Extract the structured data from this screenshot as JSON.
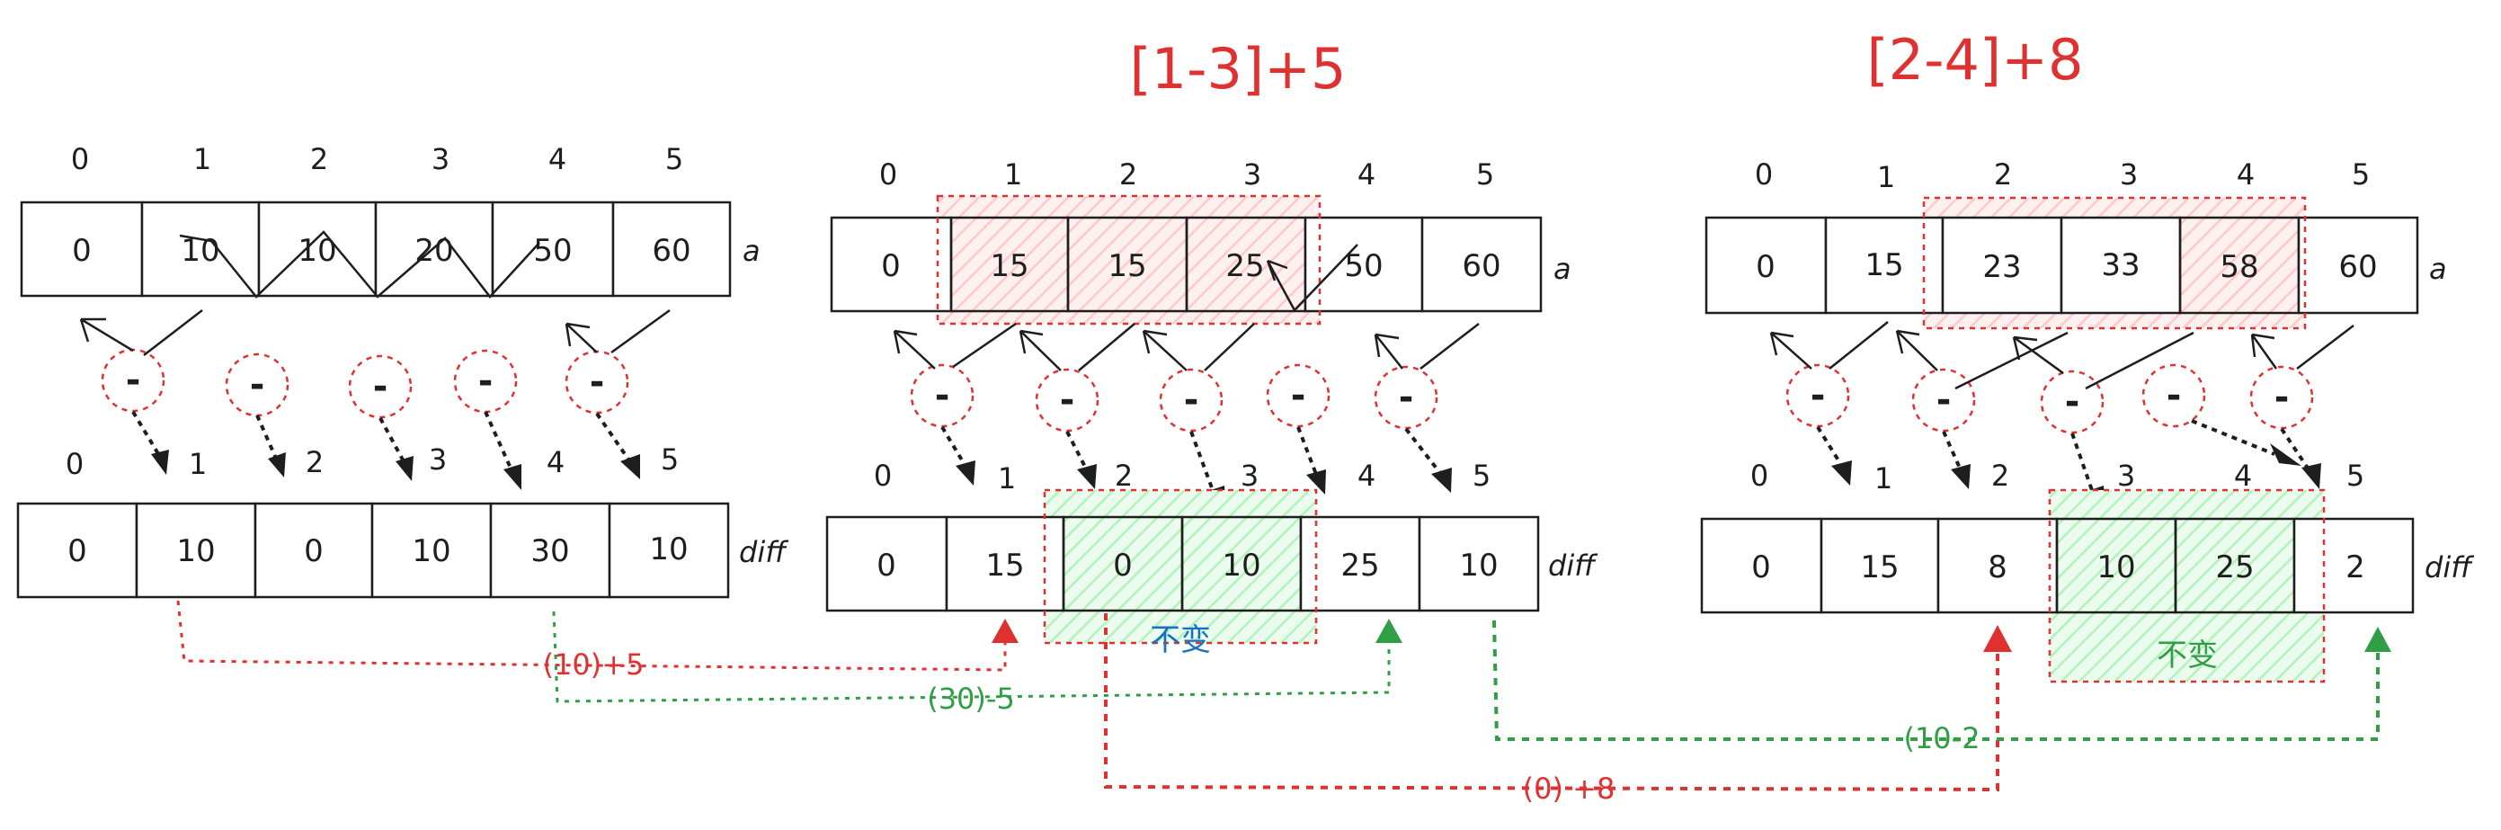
{
  "colors": {
    "ink": "#1e1e1e",
    "red": "#e03131",
    "green": "#2f9e44",
    "blue": "#1971c2",
    "red_fill": "#ffc9c9",
    "green_fill": "#b2f2bb"
  },
  "panels": [
    {
      "a_indices": [
        "0",
        "1",
        "2",
        "3",
        "4",
        "5"
      ],
      "a_values": [
        "0",
        "10",
        "10",
        "20",
        "50",
        "60"
      ],
      "a_label": "a",
      "diff_indices": [
        "0",
        "1",
        "2",
        "3",
        "4",
        "5"
      ],
      "diff_values": [
        "0",
        "10",
        "0",
        "10",
        "30",
        "10"
      ],
      "diff_label": "diff",
      "minus_signs": [
        "-",
        "-",
        "-",
        "-",
        "-"
      ]
    },
    {
      "title": "[1-3]+5",
      "a_indices": [
        "0",
        "1",
        "2",
        "3",
        "4",
        "5"
      ],
      "a_values": [
        "0",
        "15",
        "15",
        "25",
        "50",
        "60"
      ],
      "a_label": "a",
      "diff_indices": [
        "0",
        "1",
        "2",
        "3",
        "4",
        "5"
      ],
      "diff_values": [
        "0",
        "15",
        "0",
        "10",
        "25",
        "10"
      ],
      "diff_label": "diff",
      "minus_signs": [
        "-",
        "-",
        "-",
        "-",
        "-"
      ],
      "unchanged_label": "不变"
    },
    {
      "title": "[2-4]+8",
      "a_indices": [
        "0",
        "1",
        "2",
        "3",
        "4",
        "5"
      ],
      "a_values": [
        "0",
        "15",
        "23",
        "33",
        "58",
        "60"
      ],
      "a_label": "a",
      "diff_indices": [
        "0",
        "1",
        "2",
        "3",
        "4",
        "5"
      ],
      "diff_values": [
        "0",
        "15",
        "8",
        "10",
        "25",
        "2"
      ],
      "diff_label": "diff",
      "minus_signs": [
        "-",
        "-",
        "-",
        "-",
        "-"
      ],
      "unchanged_label": "不变"
    }
  ],
  "connectors": {
    "plus5": "(10)+5",
    "minus5": "(30)-5",
    "plus8": "(0)  +8",
    "minus8": "(10-2"
  }
}
